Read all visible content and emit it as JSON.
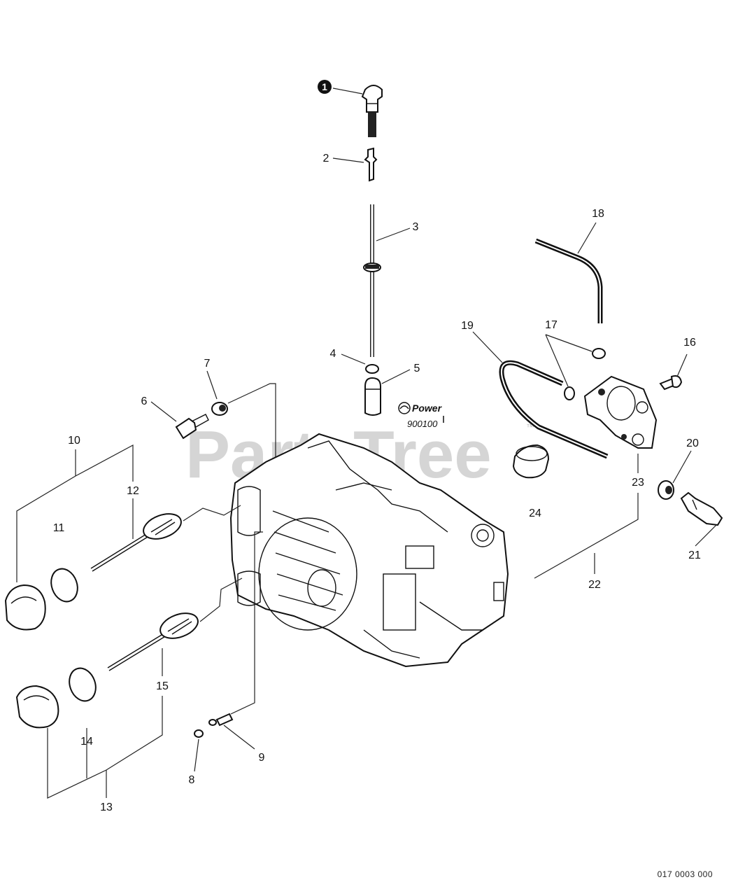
{
  "watermark": "PartsTree",
  "watermark_tm": "™",
  "power_badge": {
    "label": "Power",
    "serial": "900100"
  },
  "drawing_code": "017 0003 000",
  "callouts": [
    {
      "id": "c1",
      "text": "1"
    },
    {
      "id": "c2",
      "text": "2"
    },
    {
      "id": "c3",
      "text": "3"
    },
    {
      "id": "c4",
      "text": "4"
    },
    {
      "id": "c5",
      "text": "5"
    },
    {
      "id": "c6",
      "text": "6"
    },
    {
      "id": "c7",
      "text": "7"
    },
    {
      "id": "c8",
      "text": "8"
    },
    {
      "id": "c9",
      "text": "9"
    },
    {
      "id": "c10",
      "text": "10"
    },
    {
      "id": "c11",
      "text": "11"
    },
    {
      "id": "c12",
      "text": "12"
    },
    {
      "id": "c13",
      "text": "13"
    },
    {
      "id": "c14",
      "text": "14"
    },
    {
      "id": "c15",
      "text": "15"
    },
    {
      "id": "c16",
      "text": "16"
    },
    {
      "id": "c17",
      "text": "17"
    },
    {
      "id": "c18",
      "text": "18"
    },
    {
      "id": "c19",
      "text": "19"
    },
    {
      "id": "c20",
      "text": "20"
    },
    {
      "id": "c21",
      "text": "21"
    },
    {
      "id": "c22",
      "text": "22"
    },
    {
      "id": "c23",
      "text": "23"
    },
    {
      "id": "c24",
      "text": "24"
    }
  ]
}
